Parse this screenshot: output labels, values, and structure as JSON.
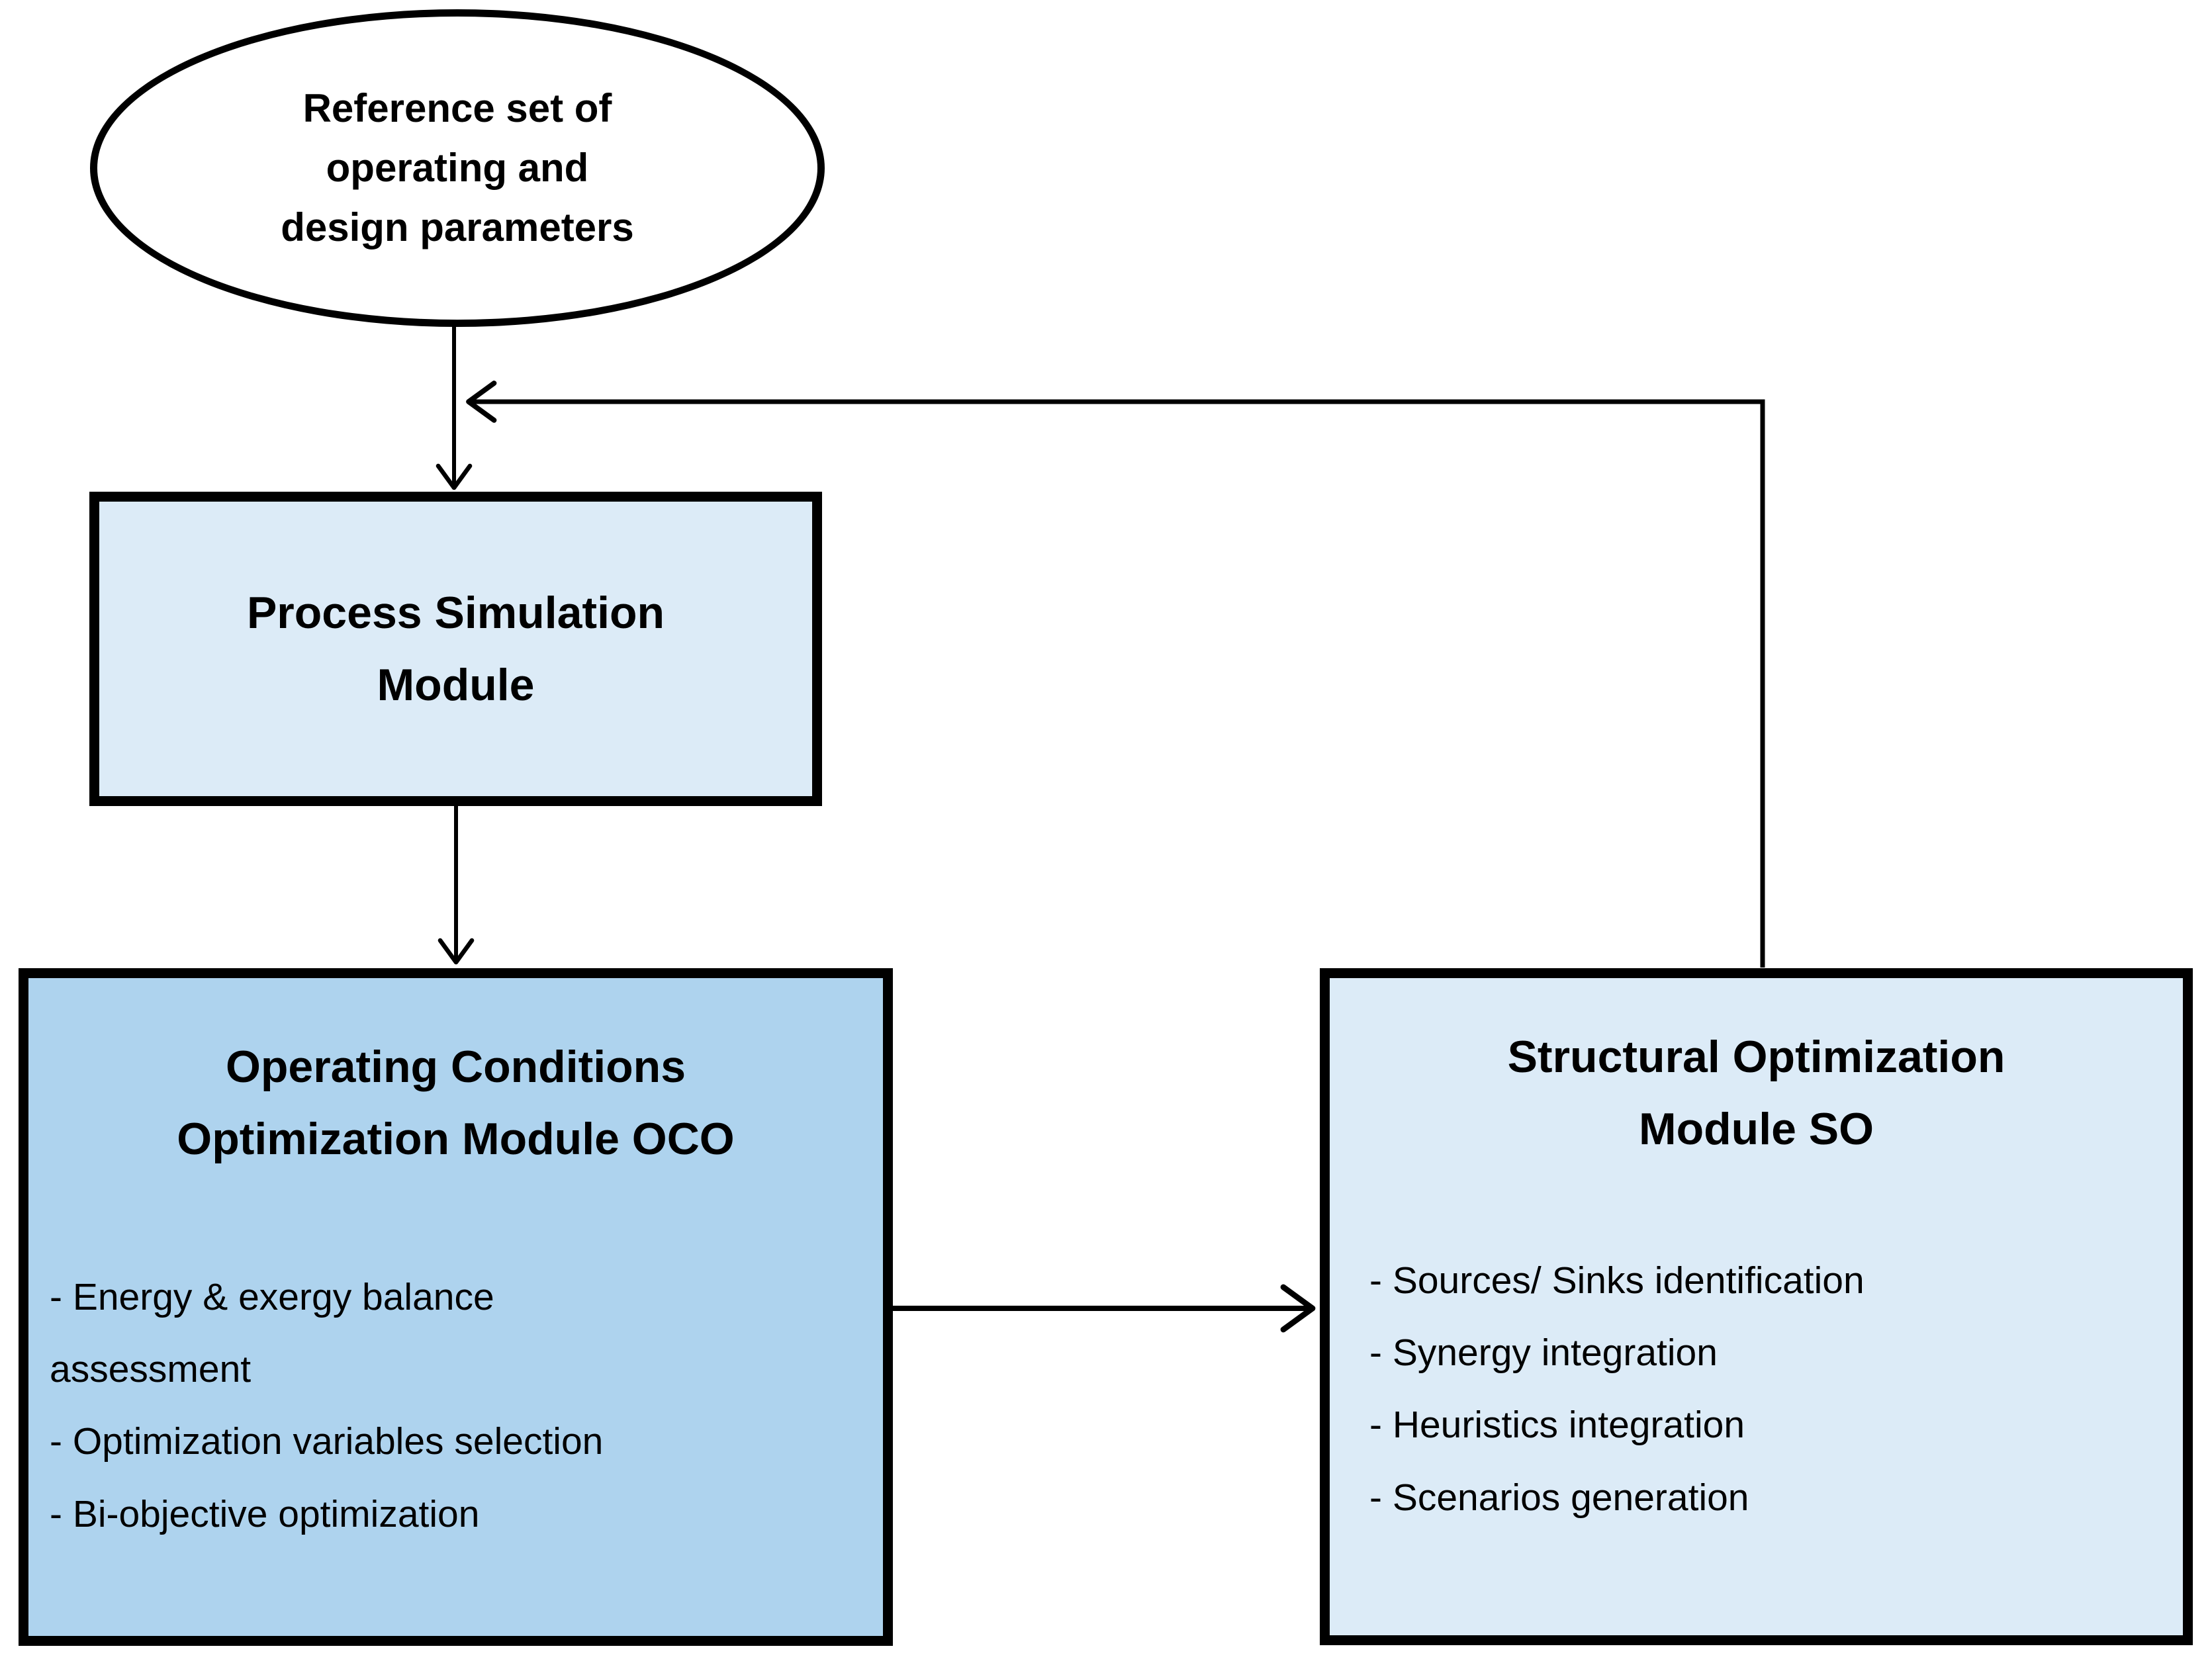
{
  "colors": {
    "background": "#ffffff",
    "line": "#000000",
    "light_box_fill": "#dcebf7",
    "dark_box_fill": "#aed3ee",
    "text": "#000000"
  },
  "ellipse": {
    "line1": "Reference set of",
    "line2": "operating and",
    "line3": "design parameters"
  },
  "process_box": {
    "title_line1": "Process Simulation",
    "title_line2": "Module"
  },
  "oco_box": {
    "title_line1": "Operating Conditions",
    "title_line2": "Optimization Module OCO",
    "items": [
      "- Energy & exergy balance assessment",
      "- Optimization variables selection",
      "- Bi-objective optimization"
    ]
  },
  "so_box": {
    "title_line1": "Structural Optimization",
    "title_line2": "Module SO",
    "items": [
      "- Sources/ Sinks identification",
      "- Synergy integration",
      "- Heuristics integration",
      "- Scenarios generation"
    ]
  }
}
